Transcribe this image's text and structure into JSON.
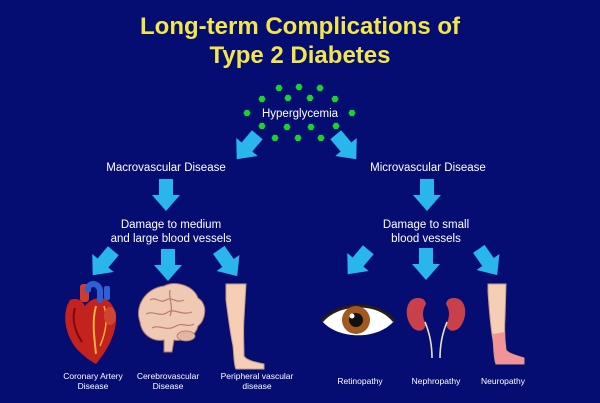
{
  "title": {
    "line1": "Long-term Complications of",
    "line2": "Type 2 Diabetes"
  },
  "root": {
    "label": "Hyperglycemia",
    "icon": "glucose-dots-icon"
  },
  "macro": {
    "label": "Macrovascular Disease",
    "damage_line1": "Damage to medium",
    "damage_line2": "and large blood vessels",
    "complications": [
      {
        "line1": "Coronary Artery",
        "line2": "Disease",
        "icon": "heart-icon"
      },
      {
        "line1": "Cerebrovascular",
        "line2": "Disease",
        "icon": "brain-icon"
      },
      {
        "line1": "Peripheral vascular",
        "line2": "disease",
        "icon": "leg-icon"
      }
    ]
  },
  "micro": {
    "label": "Microvascular Disease",
    "damage_line1": "Damage to small",
    "damage_line2": "blood vessels",
    "complications": [
      {
        "line1": "Retinopathy",
        "icon": "eye-icon"
      },
      {
        "line1": "Nephropathy",
        "icon": "kidney-icon"
      },
      {
        "line1": "Neuropathy",
        "icon": "foot-icon"
      }
    ]
  },
  "colors": {
    "background": "#050d72",
    "title": "#f2e64a",
    "arrow": "#29b6ec",
    "glucose": "#19d22a",
    "text": "#ffffff"
  }
}
